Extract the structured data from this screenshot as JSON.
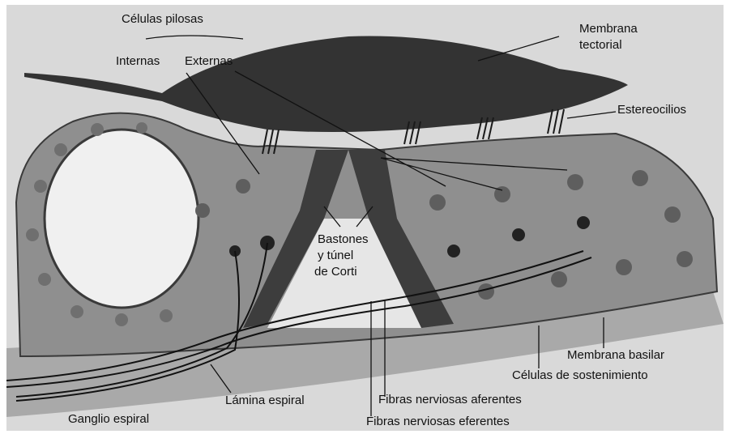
{
  "labels": {
    "celulas_pilosas": "Células pilosas",
    "internas": "Internas",
    "externas": "Externas",
    "membrana_tectorial_1": "Membrana",
    "membrana_tectorial_2": "tectorial",
    "estereocilios": "Estereocilios",
    "bastones_1": "Bastones",
    "bastones_2": "y túnel",
    "bastones_3": "de Corti",
    "membrana_basilar": "Membrana basilar",
    "celulas_sostenimiento": "Células de sostenimiento",
    "lamina_espiral": "Lámina espiral",
    "fibras_aferentes": "Fibras nerviosas aferentes",
    "fibras_eferentes": "Fibras nerviosas eferentes",
    "ganglio_espiral": "Ganglio espiral"
  },
  "colors": {
    "background": "#dcdcdc",
    "tissue": "#8c8c8c",
    "tissue_dark": "#4a4a4a",
    "membrane": "#3a3a3a",
    "lumen": "#f2f2f2",
    "lines": "#111111"
  }
}
